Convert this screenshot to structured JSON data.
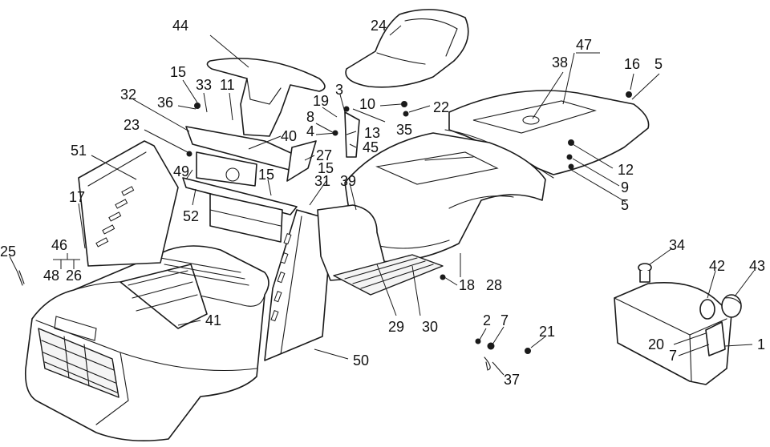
{
  "diagram": {
    "type": "exploded-parts-diagram",
    "line_color": "#1a1a1a",
    "background": "#ffffff",
    "callouts": [
      "44",
      "24",
      "47",
      "38",
      "16",
      "5",
      "15",
      "33",
      "11",
      "3",
      "32",
      "36",
      "19",
      "10",
      "22",
      "8",
      "35",
      "13",
      "4",
      "45",
      "23",
      "40",
      "27",
      "15",
      "39",
      "31",
      "51",
      "49",
      "15",
      "12",
      "9",
      "5",
      "52",
      "17",
      "34",
      "42",
      "43",
      "25",
      "46",
      "48",
      "26",
      "41",
      "18",
      "28",
      "29",
      "30",
      "2",
      "7",
      "21",
      "20",
      "7",
      "1",
      "50",
      "37"
    ]
  }
}
